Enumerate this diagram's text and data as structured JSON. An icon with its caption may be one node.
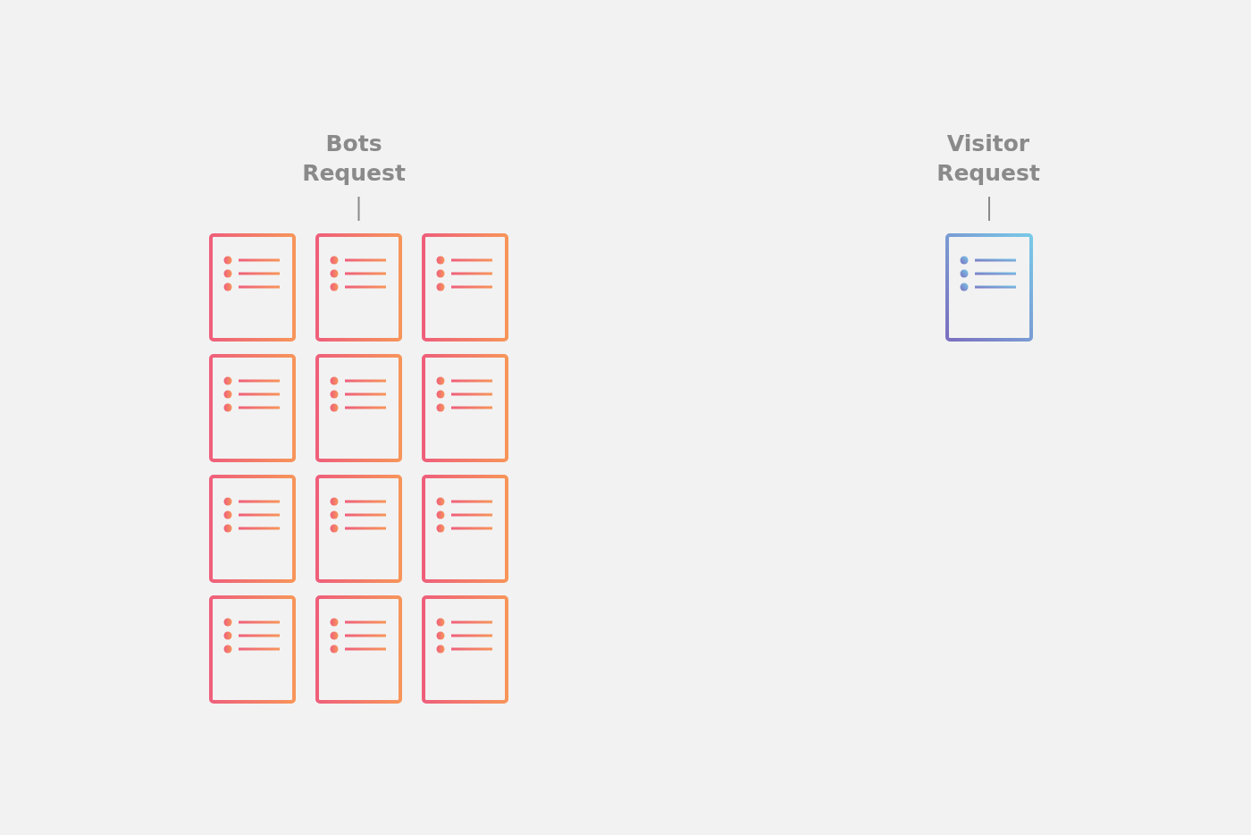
{
  "diagram": {
    "nodes": [
      {
        "text": [
          "Bots Request"
        ]
      },
      {
        "text": [],
        "shape": "document"
      },
      {
        "text": [],
        "shape": "document"
      },
      {
        "text": [],
        "shape": "document"
      },
      {
        "text": [],
        "shape": "document"
      },
      {
        "text": [],
        "shape": "document"
      },
      {
        "text": [],
        "shape": "document"
      },
      {
        "text": [],
        "shape": "document"
      },
      {
        "text": [],
        "shape": "document"
      },
      {
        "text": [],
        "shape": "document"
      },
      {
        "text": [],
        "shape": "document"
      },
      {
        "text": [],
        "shape": "document"
      },
      {
        "text": [],
        "shape": "document"
      },
      {
        "text": [
          "Visitor Request"
        ]
      },
      {
        "text": [],
        "shape": "document"
      }
    ],
    "edges": [
      {
        "from": 0,
        "to": 2,
        "arrow": "none"
      },
      {
        "from": 13,
        "to": 14,
        "arrow": "none"
      }
    ]
  }
}
